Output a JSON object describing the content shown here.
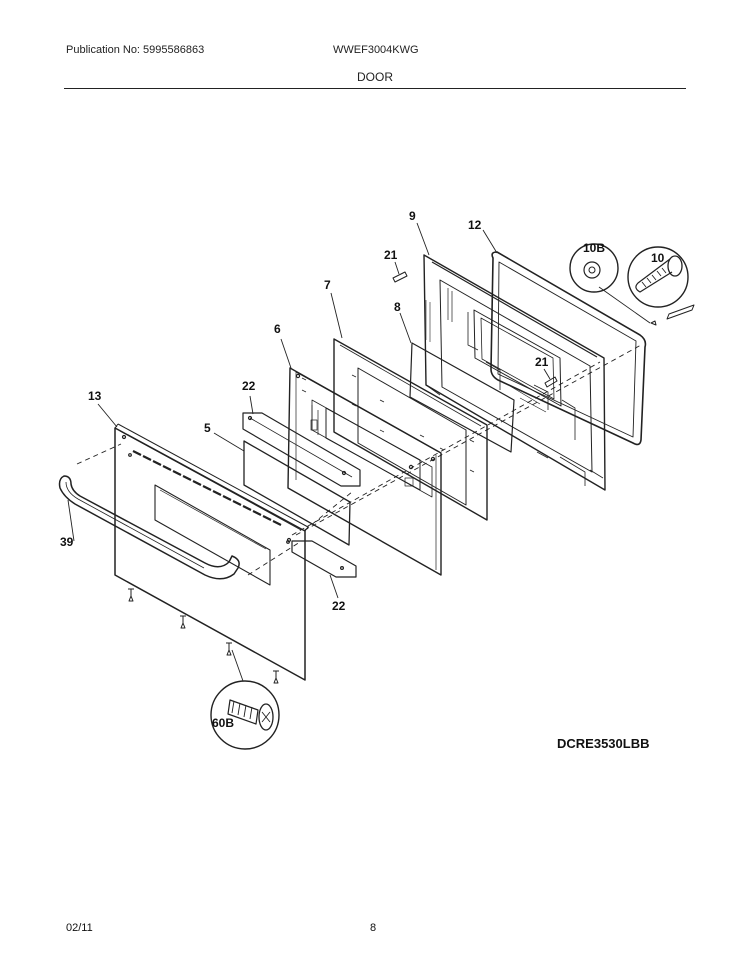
{
  "header": {
    "publication": "Publication No: 5995586863",
    "model": "WWEF3004KWG",
    "title": "DOOR"
  },
  "diagram": {
    "drawing_code": "DCRE3530LBB",
    "callouts": [
      "9",
      "12",
      "21",
      "10B",
      "10",
      "7",
      "8",
      "6",
      "21",
      "22",
      "13",
      "5",
      "39",
      "22",
      "60B"
    ]
  },
  "footer": {
    "date": "02/11",
    "page": "8"
  }
}
